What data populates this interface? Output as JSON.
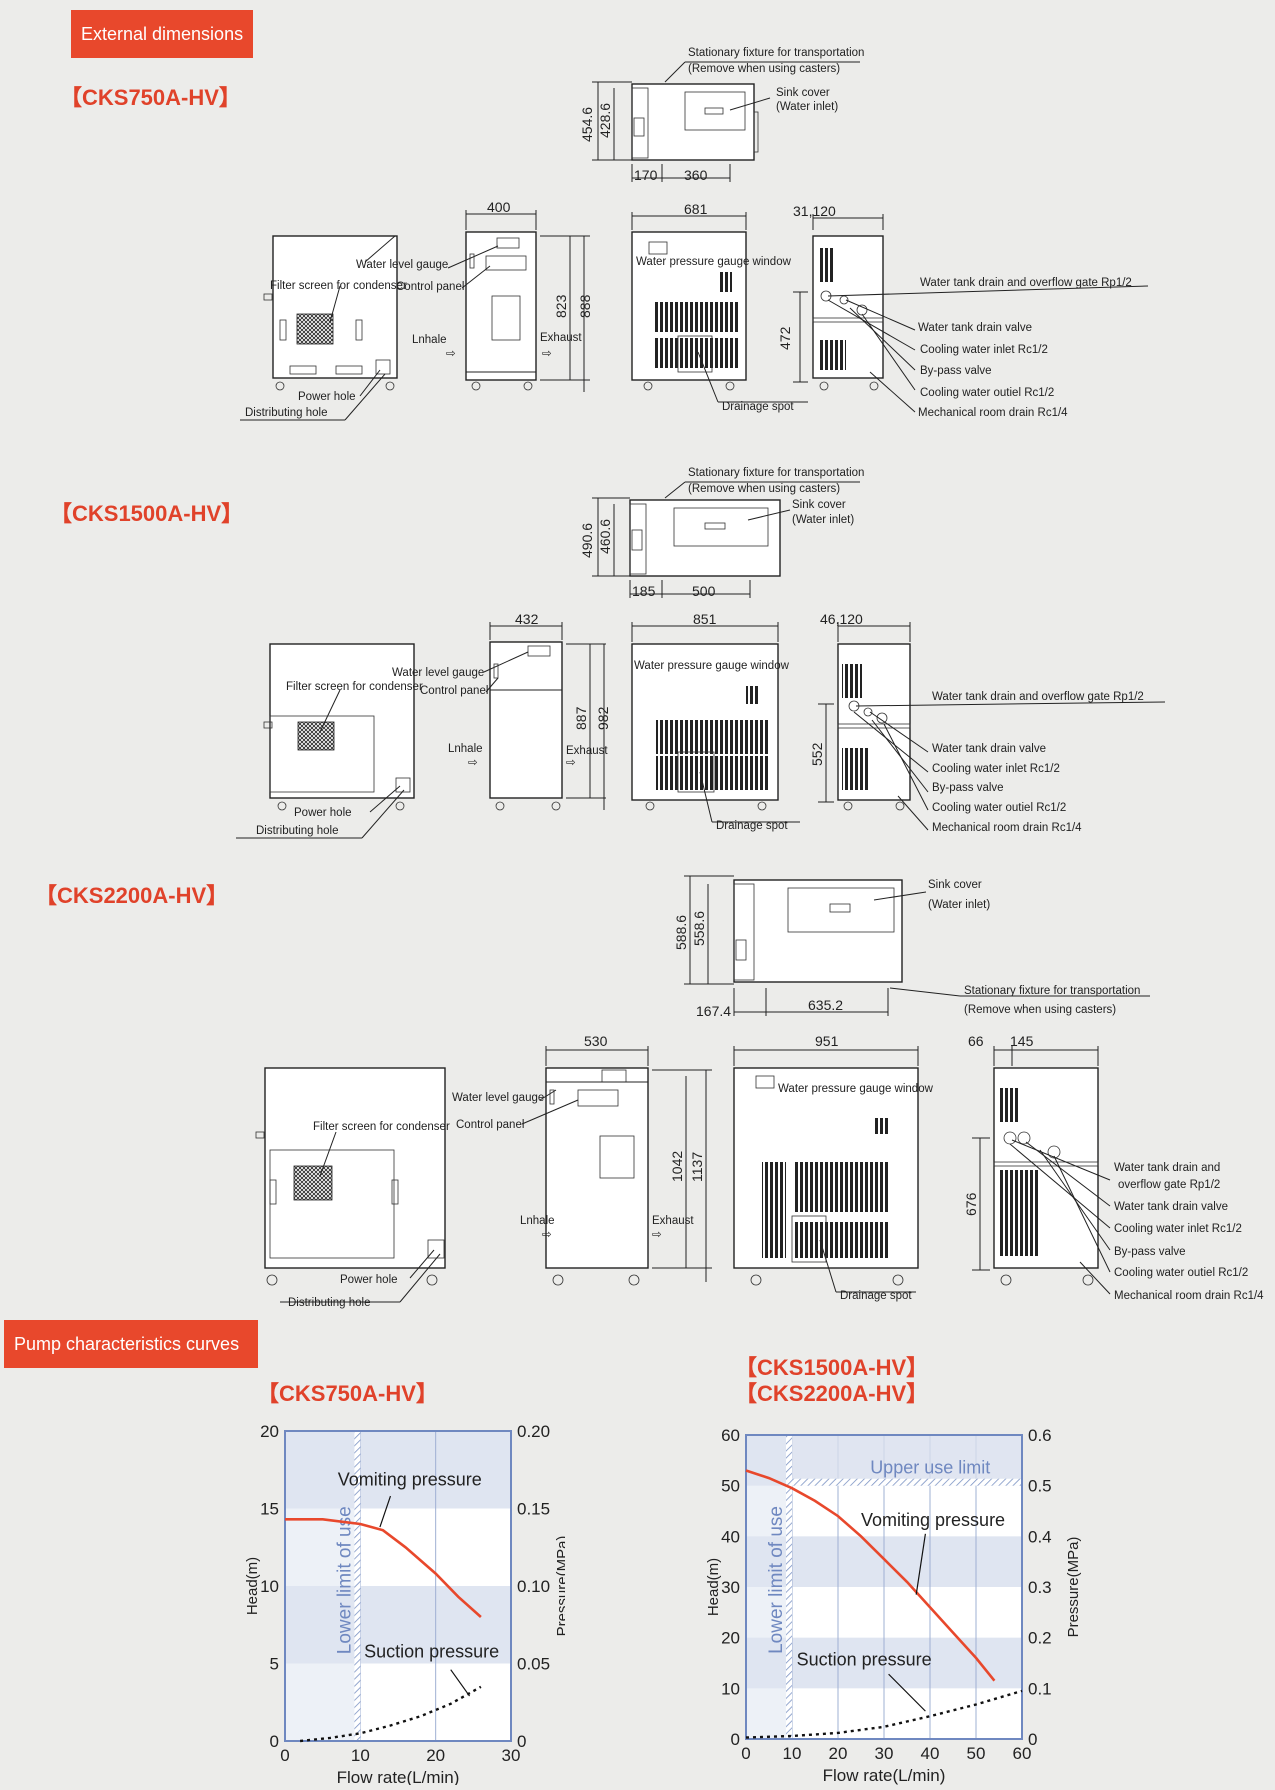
{
  "sections": {
    "external": "External dimensions",
    "pump": "Pump characteristics curves"
  },
  "models": {
    "m750": "【CKS750A-HV】",
    "m1500": "【CKS1500A-HV】",
    "m2200": "【CKS2200A-HV】",
    "chart_left": "【CKS750A-HV】",
    "chart_right_1": "【CKS1500A-HV】",
    "chart_right_2": "【CKS2200A-HV】"
  },
  "labels": {
    "stationary": "Stationary fixture for transportation",
    "remove": "(Remove when using casters)",
    "sink_cover": "Sink cover",
    "water_inlet": "(Water inlet)",
    "water_level": "Water level gauge",
    "filter": "Filter screen for condenser",
    "control": "Control panel",
    "lnhale": "Lnhale",
    "exhaust": "Exhaust",
    "power": "Power hole",
    "distributing": "Distributing hole",
    "pressure_window": "Water pressure gauge window",
    "drainage": "Drainage spot",
    "tank_drain_overflow": "Water tank drain and overflow gate Rp1/2",
    "tank_drain_overflow_a": "Water tank drain and",
    "tank_drain_overflow_b": "overflow gate Rp1/2",
    "tank_drain_valve": "Water tank drain valve",
    "cool_inlet": "Cooling water inlet Rc1/2",
    "bypass": "By-pass valve",
    "cool_outlet": "Cooling water outiel Rc1/2",
    "mech_drain": "Mechanical room drain Rc1/4"
  },
  "dims": {
    "m750": {
      "h1": "454.6",
      "h2": "428.6",
      "w1": "170",
      "w2": "360",
      "front_w": "400",
      "front_h1": "823",
      "front_h2": "888",
      "side_w": "681",
      "right_w": "31,120",
      "right_h": "472"
    },
    "m1500": {
      "h1": "490.6",
      "h2": "460.6",
      "w1": "185",
      "w2": "500",
      "front_w": "432",
      "front_h1": "887",
      "front_h2": "982",
      "side_w": "851",
      "right_w": "46,120",
      "right_h": "552"
    },
    "m2200": {
      "h1": "588.6",
      "h2": "558.6",
      "w1": "167.4",
      "w2": "635.2",
      "front_w": "530",
      "front_h1": "1042",
      "front_h2": "1137",
      "side_w": "951",
      "right_w1": "66",
      "right_w2": "145",
      "right_h": "676"
    }
  },
  "chart_data": [
    {
      "type": "line",
      "title": "【CKS750A-HV】",
      "xlabel": "Flow rate(L/min)",
      "ylabel": "Head(m)",
      "y2label": "Pressure(MPa)",
      "xlim": [
        0,
        30
      ],
      "ylim": [
        0,
        20
      ],
      "y2lim": [
        0,
        0.2
      ],
      "xticks": [
        "0",
        "10",
        "20",
        "30"
      ],
      "yticks": [
        "0",
        "5",
        "10",
        "15",
        "20"
      ],
      "y2ticks": [
        "0",
        "0.05",
        "0.10",
        "0.15",
        "0.20"
      ],
      "grid": true,
      "limit_label": "Lower limit of use",
      "limit_x": 10,
      "series": [
        {
          "name": "Vomiting pressure",
          "style": "solid",
          "color": "#e8482c",
          "x": [
            0,
            5,
            10,
            13,
            16,
            20,
            23,
            26
          ],
          "y": [
            14.3,
            14.3,
            14.0,
            13.6,
            12.5,
            10.8,
            9.3,
            8.0
          ]
        },
        {
          "name": "Suction pressure",
          "style": "dotted",
          "color": "#111111",
          "x": [
            2,
            6,
            10,
            14,
            18,
            22,
            26
          ],
          "y": [
            0.0,
            0.2,
            0.5,
            1.0,
            1.6,
            2.4,
            3.5
          ]
        }
      ]
    },
    {
      "type": "line",
      "title": "【CKS1500A-HV】【CKS2200A-HV】",
      "xlabel": "Flow rate(L/min)",
      "ylabel": "Head(m)",
      "y2label": "Pressure(MPa)",
      "xlim": [
        0,
        60
      ],
      "ylim": [
        0,
        60
      ],
      "y2lim": [
        0,
        0.6
      ],
      "xticks": [
        "0",
        "10",
        "20",
        "30",
        "40",
        "50",
        "60"
      ],
      "yticks": [
        "0",
        "10",
        "20",
        "30",
        "40",
        "50",
        "60"
      ],
      "y2ticks": [
        "0",
        "0.1",
        "0.2",
        "0.3",
        "0.4",
        "0.5",
        "0.6"
      ],
      "grid": true,
      "limit_label": "Lower limit of use",
      "limit_x": 10,
      "upper_label": "Upper use limit",
      "upper_y": 50,
      "series": [
        {
          "name": "Vomiting pressure",
          "style": "solid",
          "color": "#e8482c",
          "x": [
            0,
            5,
            10,
            15,
            20,
            25,
            30,
            35,
            40,
            45,
            50,
            54
          ],
          "y": [
            53,
            51.5,
            49.5,
            47,
            44,
            40,
            35.5,
            31,
            26,
            21,
            16,
            11.5
          ]
        },
        {
          "name": "Suction pressure",
          "style": "dotted",
          "color": "#111111",
          "x": [
            0,
            10,
            20,
            30,
            40,
            50,
            60
          ],
          "y": [
            0.3,
            0.6,
            1.2,
            2.4,
            4.5,
            6.8,
            9.5
          ]
        }
      ]
    }
  ]
}
